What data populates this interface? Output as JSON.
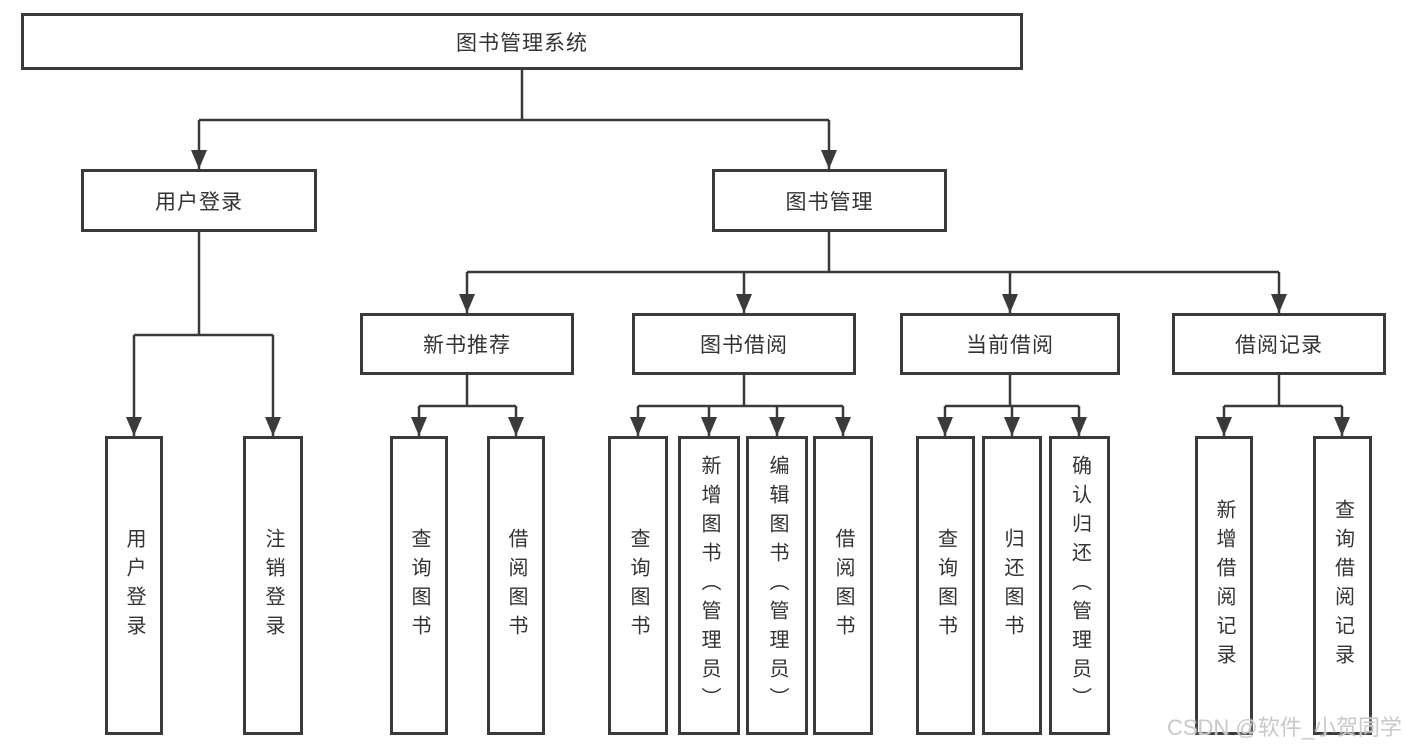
{
  "colors": {
    "line": "#3a3a3a",
    "text": "#333333",
    "box_bg": "#ffffff",
    "watermark": "#c9c9c9"
  },
  "tree": {
    "root": {
      "label": "图书管理系统"
    },
    "branches": [
      {
        "label": "用户登录",
        "children": [
          {
            "label": "用户登录"
          },
          {
            "label": "注销登录"
          }
        ]
      },
      {
        "label": "图书管理",
        "children": [
          {
            "label": "新书推荐",
            "children": [
              {
                "label": "查询图书"
              },
              {
                "label": "借阅图书"
              }
            ]
          },
          {
            "label": "图书借阅",
            "children": [
              {
                "label": "查询图书"
              },
              {
                "label": "新增图书（管理员）"
              },
              {
                "label": "编辑图书（管理员）"
              },
              {
                "label": "借阅图书"
              }
            ]
          },
          {
            "label": "当前借阅",
            "children": [
              {
                "label": "查询图书"
              },
              {
                "label": "归还图书"
              },
              {
                "label": "确认归还（管理员）"
              }
            ]
          },
          {
            "label": "借阅记录",
            "children": [
              {
                "label": "新增借阅记录"
              },
              {
                "label": "查询借阅记录"
              }
            ]
          }
        ]
      }
    ]
  },
  "watermark": {
    "text": "CSDN @软件_小贺同学"
  }
}
